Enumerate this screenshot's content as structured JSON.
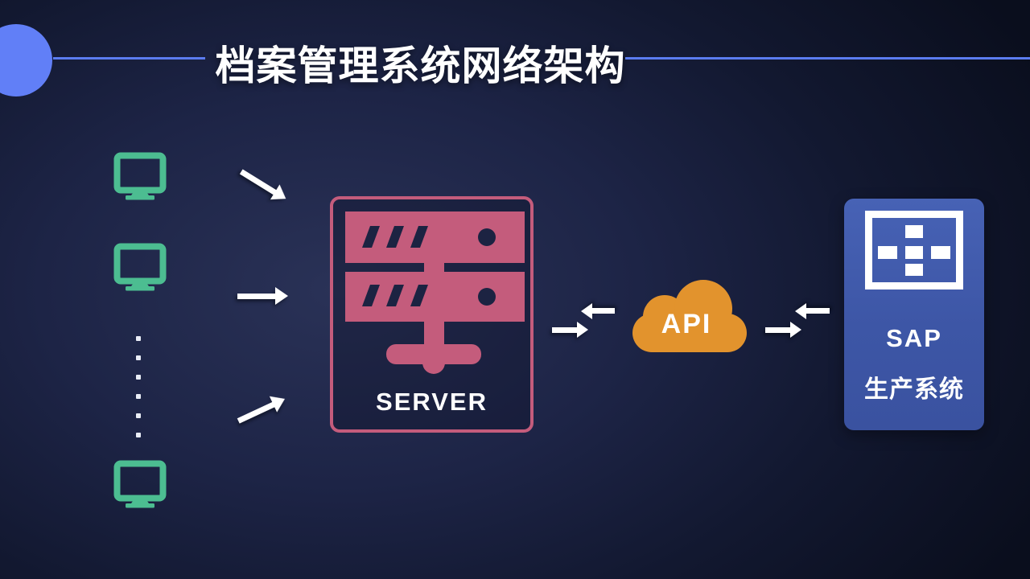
{
  "header": {
    "title": "档案管理系统网络架构"
  },
  "diagram": {
    "clients": {
      "icon": "monitor-icon",
      "monitor_count": 3,
      "ellipsis_dot_count": 6
    },
    "server": {
      "icon": "server-rack-icon",
      "label": "SERVER"
    },
    "api_cloud": {
      "icon": "cloud-icon",
      "label": "API"
    },
    "sap_system": {
      "icon": "app-grid-icon",
      "title": "SAP",
      "subtitle": "生产系统"
    }
  },
  "colors": {
    "accent_line_blue": "#5b7cf0",
    "corner_circle_blue": "#617ff7",
    "monitor_teal": "#4cbd91",
    "server_pink": "#c45c7c",
    "server_detail_navy": "#1c2342",
    "cloud_orange": "#e2932d",
    "sap_panel_blue": "#3d56a6",
    "background_navy": "#131a33",
    "text_white": "#ffffff"
  }
}
